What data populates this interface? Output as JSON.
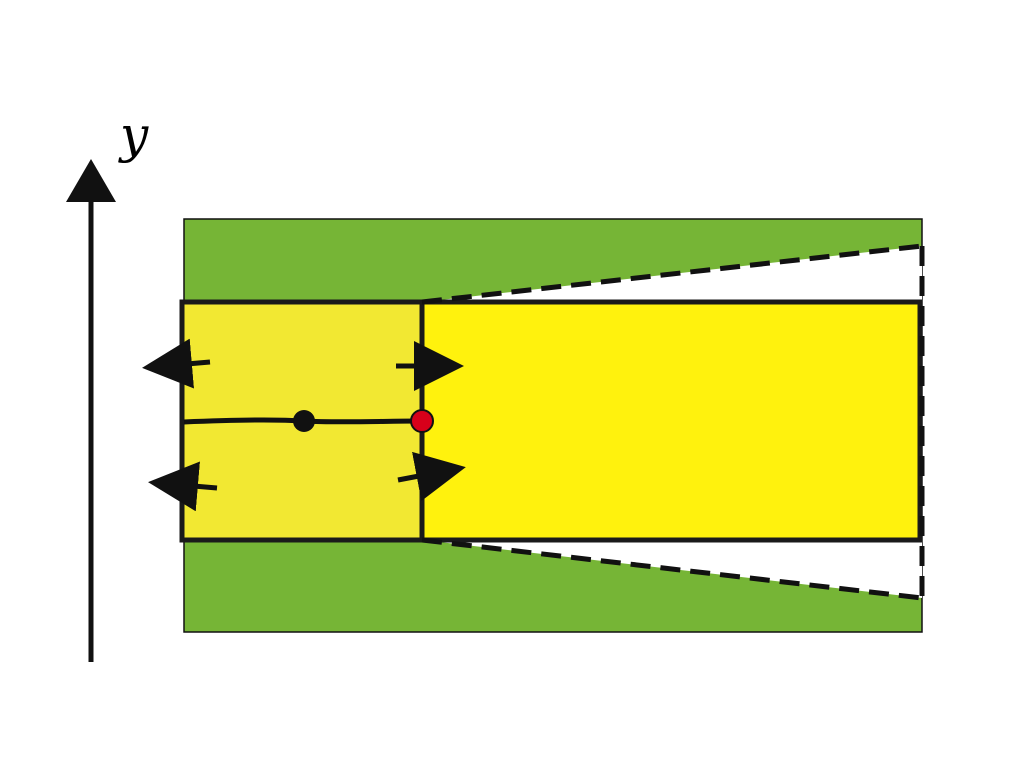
{
  "axis": {
    "label": "y"
  },
  "colors": {
    "background": "#ffffff",
    "outer_region": "#76b536",
    "left_block": "#f2e832",
    "right_block": "#fff20d",
    "outline": "#1a1a1a",
    "center_point": "#111111",
    "interface_point": "#d7001a",
    "dashed_boundary": "#111111"
  },
  "elements": {
    "arrows": [
      {
        "name": "left-upper-arrow",
        "direction": "left"
      },
      {
        "name": "left-lower-arrow",
        "direction": "left"
      },
      {
        "name": "interface-upper-arrow",
        "direction": "right"
      },
      {
        "name": "interface-lower-arrow",
        "direction": "right"
      }
    ],
    "points": [
      {
        "name": "center-point"
      },
      {
        "name": "interface-point"
      }
    ]
  }
}
